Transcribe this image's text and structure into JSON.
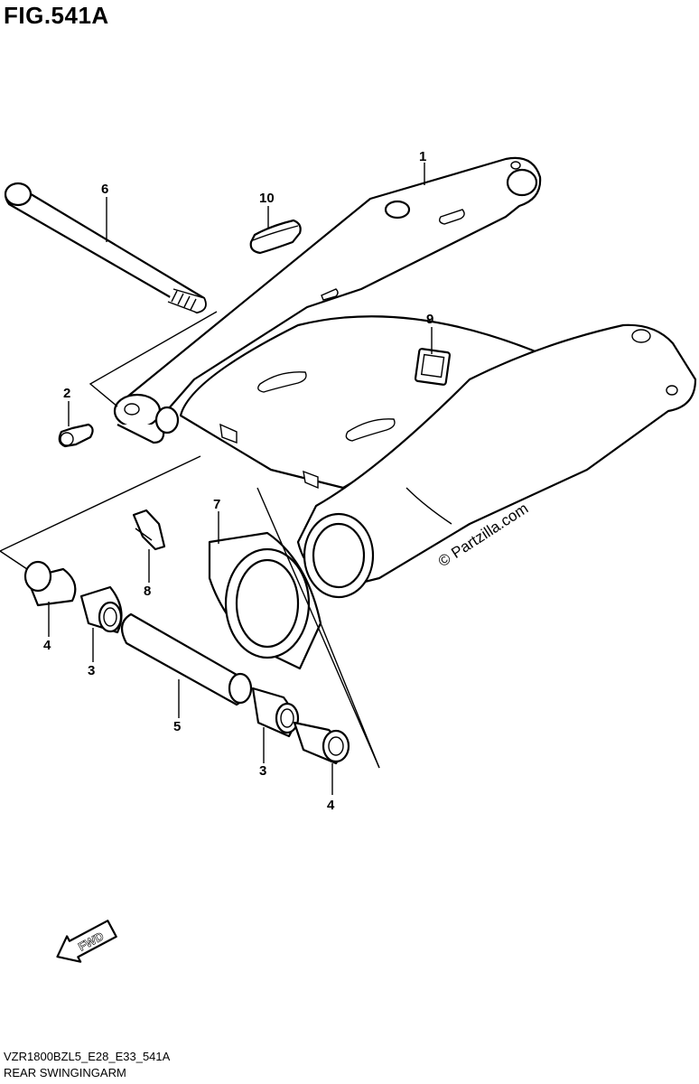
{
  "figure": {
    "title": "FIG.541A"
  },
  "callouts": [
    {
      "id": "1",
      "label": "1"
    },
    {
      "id": "2",
      "label": "2"
    },
    {
      "id": "3a",
      "label": "3"
    },
    {
      "id": "3b",
      "label": "3"
    },
    {
      "id": "4a",
      "label": "4"
    },
    {
      "id": "4b",
      "label": "4"
    },
    {
      "id": "5",
      "label": "5"
    },
    {
      "id": "6",
      "label": "6"
    },
    {
      "id": "7",
      "label": "7"
    },
    {
      "id": "8",
      "label": "8"
    },
    {
      "id": "9",
      "label": "9"
    },
    {
      "id": "10",
      "label": "10"
    }
  ],
  "watermark": "© Partzilla.com",
  "fwd_arrow_label": "FWD",
  "footer": {
    "model_code": "VZR1800BZL5_E28_E33_541A",
    "section_name": "REAR SWINGINGARM"
  }
}
